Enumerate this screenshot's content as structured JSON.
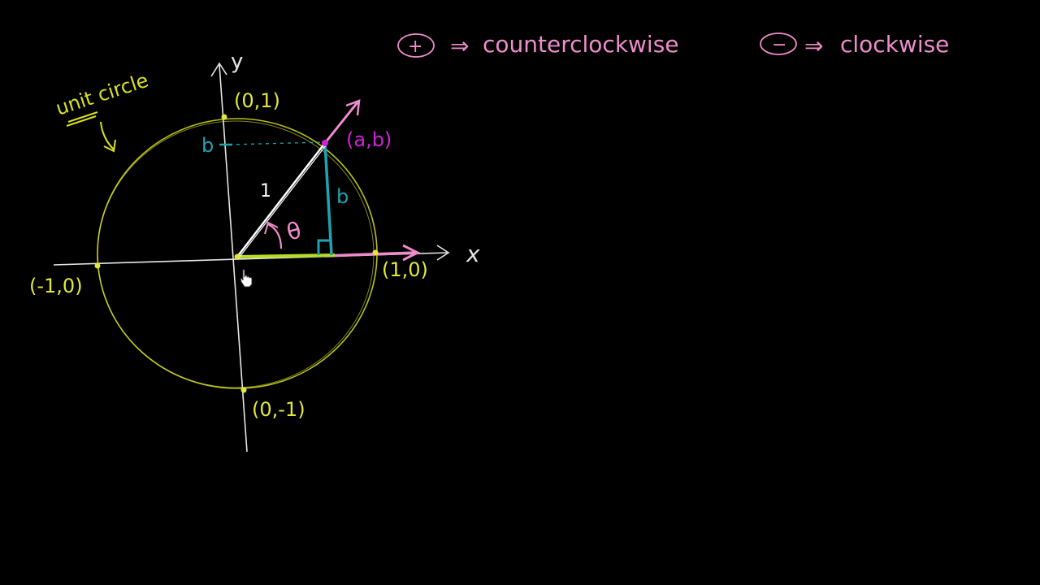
{
  "colors": {
    "background": "#000000",
    "axis": "#e6e6e6",
    "circle": "#d8e020",
    "yellow_text": "#e2e83a",
    "pink": "#f08ccc",
    "magenta": "#d020d8",
    "teal": "#1ea3b3",
    "green_segment": "#b6dd22",
    "white": "#ffffff"
  },
  "axes": {
    "x_label": "x",
    "y_label": "y"
  },
  "circle": {
    "label": "unit circle"
  },
  "points": {
    "top": "(0,1)",
    "right": "(1,0)",
    "left": "(-1,0)",
    "bottom": "(0,-1)",
    "terminal": "(a,b)"
  },
  "triangle": {
    "hypotenuse_label": "1",
    "vertical_label": "b",
    "y_axis_tick_label": "b",
    "angle_label": "θ"
  },
  "legend": {
    "positive_symbol": "+",
    "positive_arrow": "⇒",
    "positive_text": "counterclockwise",
    "negative_symbol": "−",
    "negative_arrow": "⇒",
    "negative_text": "clockwise"
  },
  "cursor": {
    "icon": "hand-pointer-icon"
  }
}
